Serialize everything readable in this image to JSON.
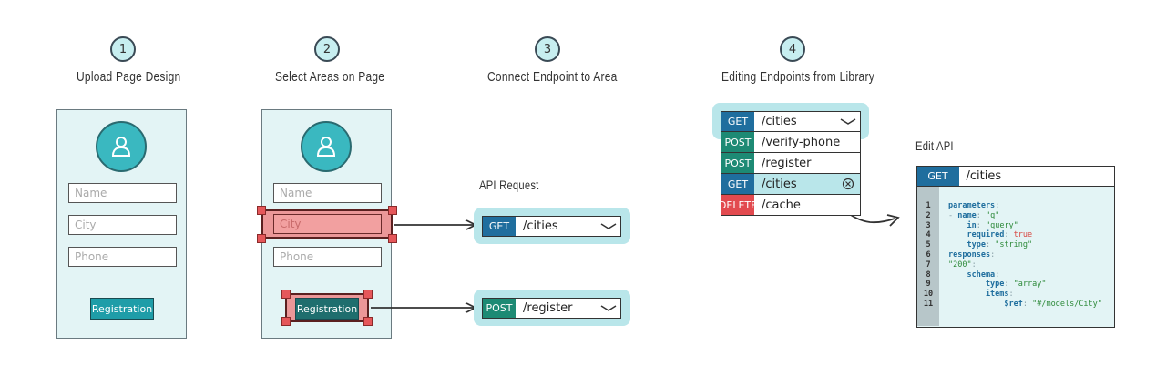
{
  "steps": [
    {
      "number": "1",
      "title": "Upload Page Design"
    },
    {
      "number": "2",
      "title": "Select Areas on Page"
    },
    {
      "number": "3",
      "title": "Connect Endpoint to Area"
    },
    {
      "number": "4",
      "title": "Editing Endpoints from Library"
    }
  ],
  "form": {
    "name_placeholder": "Name",
    "city_placeholder": "City",
    "phone_placeholder": "Phone",
    "button_label": "Registration"
  },
  "api_request": {
    "label": "API Request",
    "rows": [
      {
        "method": "GET",
        "path": "/cities"
      },
      {
        "method": "POST",
        "path": "/register"
      }
    ]
  },
  "library": {
    "rows": [
      {
        "method": "GET",
        "path": "/cities"
      },
      {
        "method": "POST",
        "path": "/verify-phone"
      },
      {
        "method": "POST",
        "path": "/register"
      },
      {
        "method": "GET",
        "path": "/cities"
      },
      {
        "method": "DELETE",
        "path": "/cache"
      }
    ]
  },
  "edit_api": {
    "label": "Edit API",
    "method": "GET",
    "path": "/cities",
    "line_numbers": [
      "1",
      "2",
      "3",
      "4",
      "5",
      "6",
      "7",
      "8",
      "9",
      "10",
      "11"
    ],
    "code": [
      [
        {
          "t": "parameters",
          "c": "key"
        },
        {
          "t": ":",
          "c": "punct"
        }
      ],
      [
        {
          "t": "- ",
          "c": "punct"
        },
        {
          "t": "name",
          "c": "key"
        },
        {
          "t": ": ",
          "c": "punct"
        },
        {
          "t": "\"q\"",
          "c": "str"
        }
      ],
      [
        {
          "t": "    in",
          "c": "key"
        },
        {
          "t": ": ",
          "c": "punct"
        },
        {
          "t": "\"query\"",
          "c": "str"
        }
      ],
      [
        {
          "t": "    required",
          "c": "key"
        },
        {
          "t": ": ",
          "c": "punct"
        },
        {
          "t": "true",
          "c": "bool"
        }
      ],
      [
        {
          "t": "    type",
          "c": "key"
        },
        {
          "t": ": ",
          "c": "punct"
        },
        {
          "t": "\"string\"",
          "c": "str"
        }
      ],
      [
        {
          "t": "responses",
          "c": "key"
        },
        {
          "t": ":",
          "c": "punct"
        }
      ],
      [
        {
          "t": "\"200\"",
          "c": "str"
        },
        {
          "t": ":",
          "c": "punct"
        }
      ],
      [
        {
          "t": "    schema",
          "c": "key"
        },
        {
          "t": ":",
          "c": "punct"
        }
      ],
      [
        {
          "t": "        type",
          "c": "key"
        },
        {
          "t": ": ",
          "c": "punct"
        },
        {
          "t": "\"array\"",
          "c": "str"
        }
      ],
      [
        {
          "t": "        items",
          "c": "key"
        },
        {
          "t": ":",
          "c": "punct"
        }
      ],
      [
        {
          "t": "            $ref",
          "c": "key"
        },
        {
          "t": ": ",
          "c": "punct"
        },
        {
          "t": "\"#/models/City\"",
          "c": "str"
        }
      ]
    ]
  },
  "colors": {
    "get": "#1f6e9e",
    "post": "#1d8a74",
    "delete": "#e24a4f",
    "panel_bg": "#e3f4f5",
    "highlight": "#b9e6ea",
    "selection": "#ee7878",
    "code_key": "#1f6e9e",
    "code_str": "#2e8a3a",
    "code_bool": "#d8453f",
    "code_punct": "#8aa0a8"
  }
}
